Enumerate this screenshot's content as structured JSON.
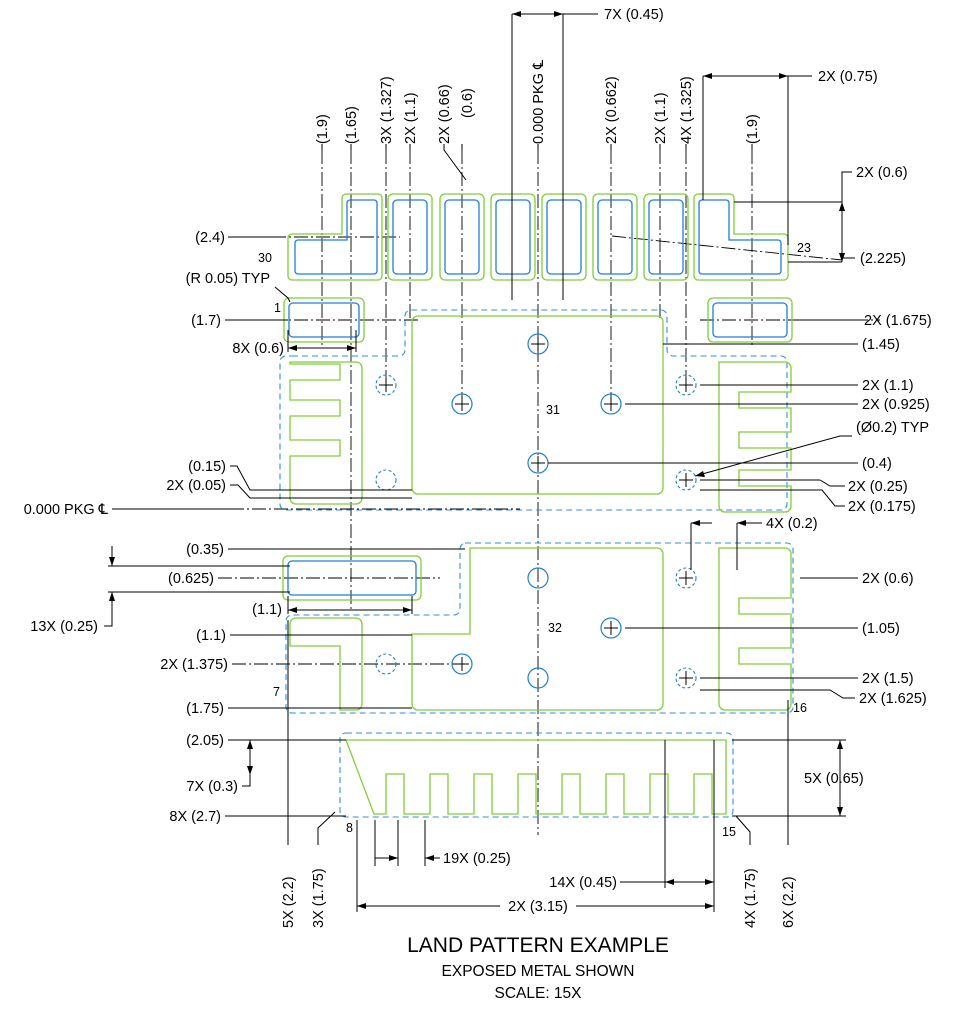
{
  "title": "LAND PATTERN EXAMPLE",
  "subtitle": "EXPOSED METAL SHOWN",
  "scale": "SCALE: 15X",
  "pins": {
    "p1": "1",
    "p7": "7",
    "p8": "8",
    "p15": "15",
    "p16": "16",
    "p23": "23",
    "p30": "30",
    "p31": "31",
    "p32": "32"
  },
  "top_labels": {
    "t1": "(1.9)",
    "t2": "(1.65)",
    "t3": "3X (1.327)",
    "t4": "2X (1.1)",
    "t5": "2X (0.66)",
    "t6": "(0.6)",
    "t7": "0.000 PKG ℄",
    "t8": "2X (0.662)",
    "t9": "2X (1.1)",
    "t10": "4X (1.325)",
    "t11": "(1.9)"
  },
  "top_horizontal": {
    "pitch": "7X (0.45)",
    "width": "2X (0.75)"
  },
  "right_labels": {
    "r1": "2X (0.6)",
    "r2": "(2.225)",
    "r3": "2X (1.675)",
    "r4": "(1.45)",
    "r5": "2X (1.1)",
    "r6": "2X (0.925)",
    "r7": "(Ø0.2) TYP",
    "r8": "(0.4)",
    "r9": "2X (0.25)",
    "r10": "2X (0.175)",
    "r11": "4X (0.2)",
    "r12": "2X (0.6)",
    "r13": "(1.05)",
    "r14": "2X (1.5)",
    "r15": "2X (1.625)",
    "r16": "5X (0.65)"
  },
  "left_labels": {
    "l1": "(2.4)",
    "l2": "(R 0.05) TYP",
    "l3": "(1.7)",
    "l4": "8X (0.6)",
    "l5": "(0.15)",
    "l6": "2X (0.05)",
    "l7": "0.000 PKG ℄",
    "l8": "(0.35)",
    "l9": "(0.625)",
    "l10": "13X (0.25)",
    "l11": "(1.1)",
    "l12": "(1.1)",
    "l13": "2X (1.375)",
    "l14": "(1.75)",
    "l15": "(2.05)",
    "l16": "7X (0.3)",
    "l17": "8X (2.7)"
  },
  "bottom_labels": {
    "b1": "19X (0.25)",
    "b2": "14X (0.45)",
    "b3": "2X (3.15)",
    "b4": "5X (2.2)",
    "b5": "3X (1.75)",
    "b6": "4X (1.75)",
    "b7": "6X (2.2)"
  }
}
